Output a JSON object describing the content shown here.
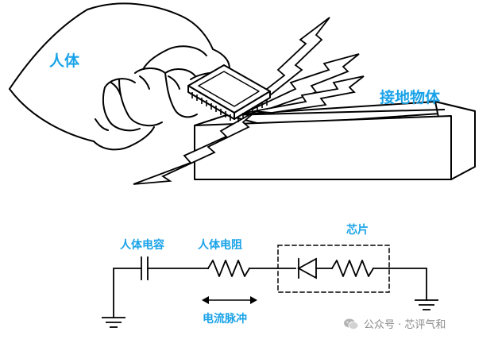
{
  "labels": {
    "human_body": "人体",
    "grounded_object": "接地物体",
    "body_capacitance": "人体电容",
    "body_resistance": "人体电阻",
    "chip": "芯片",
    "current_pulse": "电流脉冲"
  },
  "watermark": {
    "icon": "wechat-icon",
    "text": "公众号 · 芯评气和"
  },
  "colors": {
    "label": "#1aa3e8",
    "line": "#000000",
    "watermark": "#8a8a8a"
  }
}
